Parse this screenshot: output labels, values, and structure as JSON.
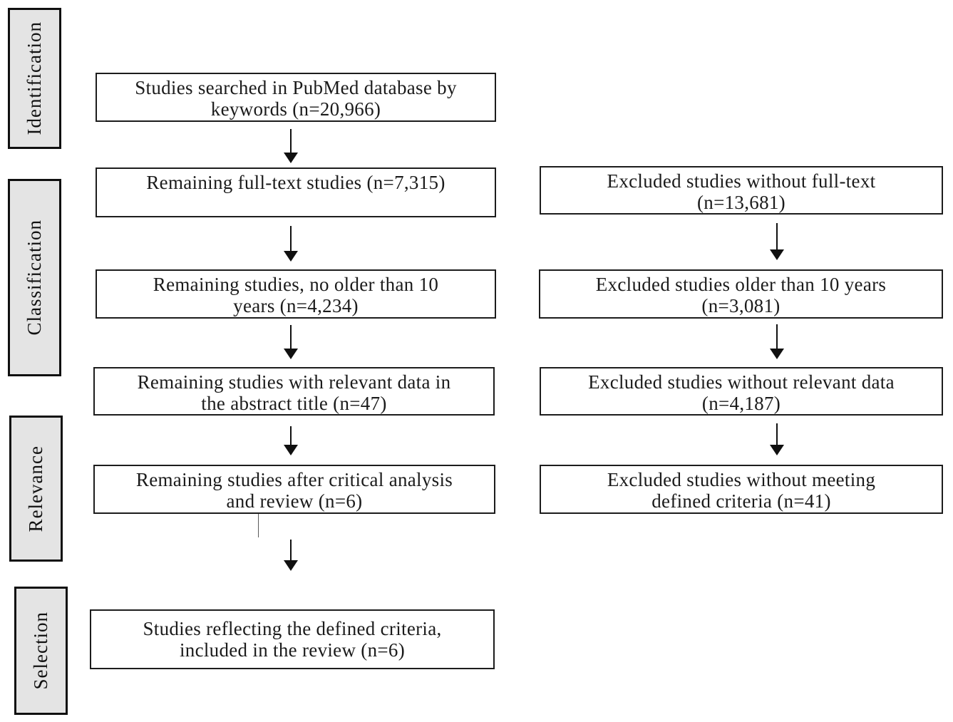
{
  "stages": [
    {
      "label": "Identification"
    },
    {
      "label": "Classification"
    },
    {
      "label": "Relevance"
    },
    {
      "label": "Selection"
    }
  ],
  "included_path": [
    {
      "lines": [
        "Studies searched in PubMed database by",
        "keywords (n=20,966)"
      ],
      "n": 20966
    },
    {
      "lines": [
        "Remaining full-text studies (n=7,315)"
      ],
      "n": 7315
    },
    {
      "lines": [
        "Remaining studies, no older than 10",
        "years (n=4,234)"
      ],
      "n": 4234
    },
    {
      "lines": [
        "Remaining studies with relevant data in",
        "the abstract title (n=47)"
      ],
      "n": 47
    },
    {
      "lines": [
        "Remaining studies after critical analysis",
        "and review (n=6)"
      ],
      "n": 6
    },
    {
      "lines": [
        "Studies reflecting the defined criteria,",
        "included in the review (n=6)"
      ],
      "n": 6
    }
  ],
  "excluded_path": [
    {
      "lines": [
        "Excluded studies without full-text",
        "(n=13,681)"
      ],
      "n": 13681
    },
    {
      "lines": [
        "Excluded studies older than 10 years",
        "(n=3,081)"
      ],
      "n": 3081
    },
    {
      "lines": [
        "Excluded studies without relevant data",
        "(n=4,187)"
      ],
      "n": 4187
    },
    {
      "lines": [
        "Excluded studies without meeting",
        "defined criteria (n=41)"
      ],
      "n": 41
    }
  ],
  "colors": {
    "stage_fill": "#e4e4e4",
    "box_fill": "#ffffff",
    "border": "#101010"
  }
}
